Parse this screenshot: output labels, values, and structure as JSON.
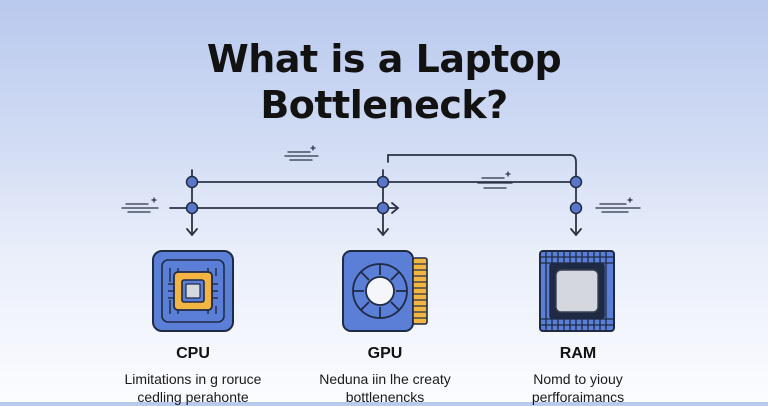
{
  "title": {
    "line1": "What is a Laptop",
    "line2": "Bottleneck?"
  },
  "components": [
    {
      "name": "CPU",
      "icon": "cpu-chip-icon",
      "desc_line1": "Limitations in g roruce",
      "desc_line2": "cedling perahonte"
    },
    {
      "name": "GPU",
      "icon": "gpu-card-icon",
      "desc_line1": "Neduna iin lhe creaty",
      "desc_line2": "bottlenencks"
    },
    {
      "name": "RAM",
      "icon": "ram-chip-icon",
      "desc_line1": "Nomd to yiouy",
      "desc_line2": "perfforaimancs"
    }
  ],
  "colors": {
    "line": "#2b3446",
    "node": "#5a76c8",
    "node_stroke": "#1f2b45",
    "icon_blue": "#5b7fd6",
    "icon_outline": "#1f2b45",
    "accent_orange": "#f2b544",
    "inner_gray": "#d4d7de"
  }
}
